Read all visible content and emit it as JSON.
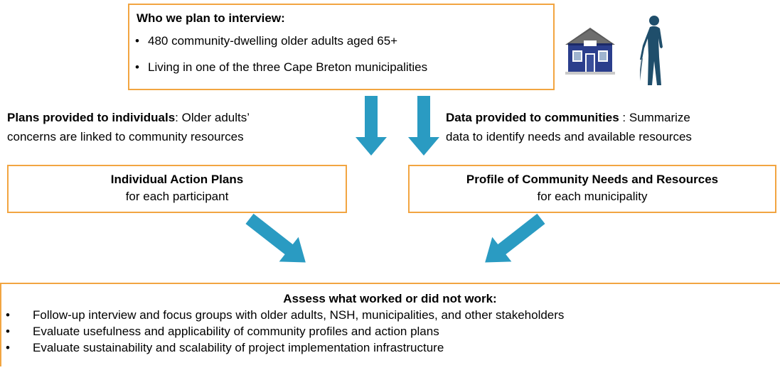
{
  "top": {
    "heading": "Who we plan to interview:",
    "bullets": [
      "480 community-dwelling older adults aged 65+",
      "Living in one of the three Cape Breton municipalities"
    ],
    "icons": [
      "house-icon",
      "older-person-with-cane-icon"
    ]
  },
  "left_label": {
    "bold": "Plans provided to individuals",
    "rest_line1": ": Older adults’",
    "line2": "concerns are linked to community resources"
  },
  "right_label": {
    "bold": "Data provided to communities",
    "rest_line1": " : Summarize",
    "line2": "data to identify  needs and available resources"
  },
  "individual_box": {
    "title": "Individual Action Plans",
    "subtitle": "for each participant"
  },
  "profile_box": {
    "title": "Profile of Community Needs and Resources",
    "subtitle": "for each municipality"
  },
  "bottom": {
    "heading": "Assess what worked or did not work:",
    "bullets": [
      "Follow-up interview and focus groups with older adults, NSH, municipalities, and other stakeholders",
      "Evaluate usefulness and applicability of community profiles and action plans",
      "Evaluate sustainability and scalability of project implementation infrastructure"
    ]
  },
  "colors": {
    "box_border": "#f2a541",
    "arrow": "#2a9bc2",
    "house_blue": "#2b3e8c",
    "person": "#1f4e6b"
  }
}
